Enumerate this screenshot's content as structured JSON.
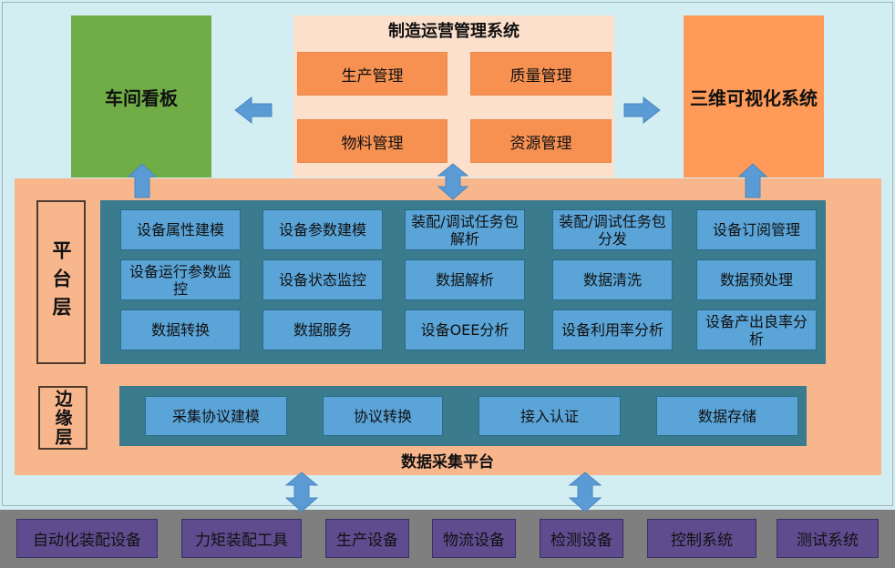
{
  "workshop_board": "车间看板",
  "visualization": "三维可视化系统",
  "mfg_system": {
    "title": "制造运营管理系统",
    "modules": [
      "生产管理",
      "质量管理",
      "物料管理",
      "资源管理"
    ]
  },
  "platform_layer": {
    "label": "平台层",
    "cells": [
      "设备属性建模",
      "设备参数建模",
      "装配/调试任务包解析",
      "装配/调试任务包分发",
      "设备订阅管理",
      "设备运行参数监控",
      "设备状态监控",
      "数据解析",
      "数据清洗",
      "数据预处理",
      "数据转换",
      "数据服务",
      "设备OEE分析",
      "设备利用率分析",
      "设备产出良率分析"
    ]
  },
  "edge_layer": {
    "label": "边缘层",
    "cells": [
      "采集协议建模",
      "协议转换",
      "接入认证",
      "数据存储"
    ]
  },
  "collection_platform": "数据采集平台",
  "devices": [
    "自动化装配设备",
    "力矩装配工具",
    "生产设备",
    "物流设备",
    "检测设备",
    "控制系统",
    "测试系统"
  ],
  "colors": {
    "background": "#d3eef2",
    "workshop_board": "#70ad47",
    "visualization": "#ff9a58",
    "mfg_background": "#fde0cc",
    "mfg_module": "#f79152",
    "platform_background": "#f8b68d",
    "panel": "#3b7b8e",
    "cell": "#5aa4d8",
    "device": "#5e4c8f",
    "bottom_bar": "#7f7f7f",
    "arrow": "#5b9bd5"
  }
}
